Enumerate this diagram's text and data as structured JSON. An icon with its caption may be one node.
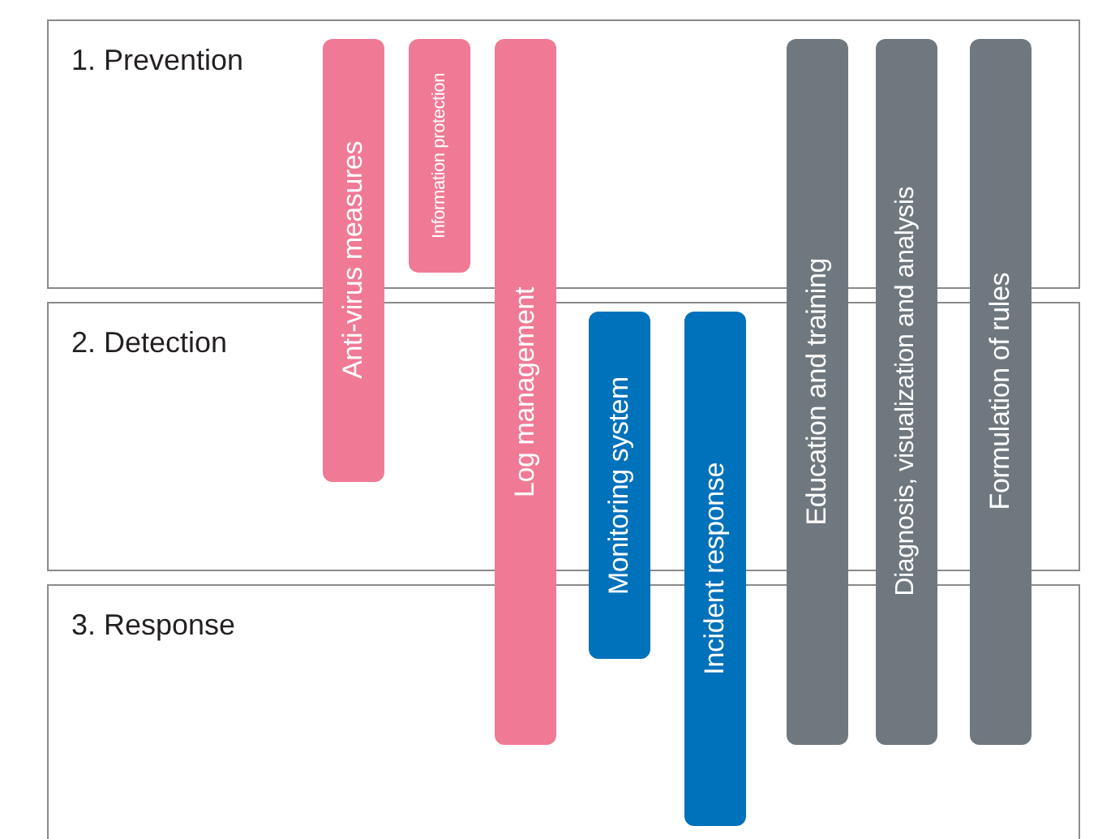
{
  "diagram": {
    "nodes": [
      {
        "text": [
          "1. Prevention"
        ]
      },
      {
        "text": [
          "2. Detection"
        ]
      },
      {
        "text": [
          "3. Response"
        ]
      },
      {
        "text": [
          "Anti-virus measures"
        ]
      },
      {
        "text": [
          "Information protection"
        ],
        "in": 0
      },
      {
        "text": [
          "Log management"
        ]
      },
      {
        "text": [
          "Monitoring system"
        ]
      },
      {
        "text": [
          "Incident response"
        ]
      },
      {
        "text": [
          "Education and training"
        ]
      },
      {
        "text": [
          "Diagnosis, visualization and analysis"
        ]
      },
      {
        "text": [
          "Formulation of rules"
        ]
      }
    ]
  }
}
